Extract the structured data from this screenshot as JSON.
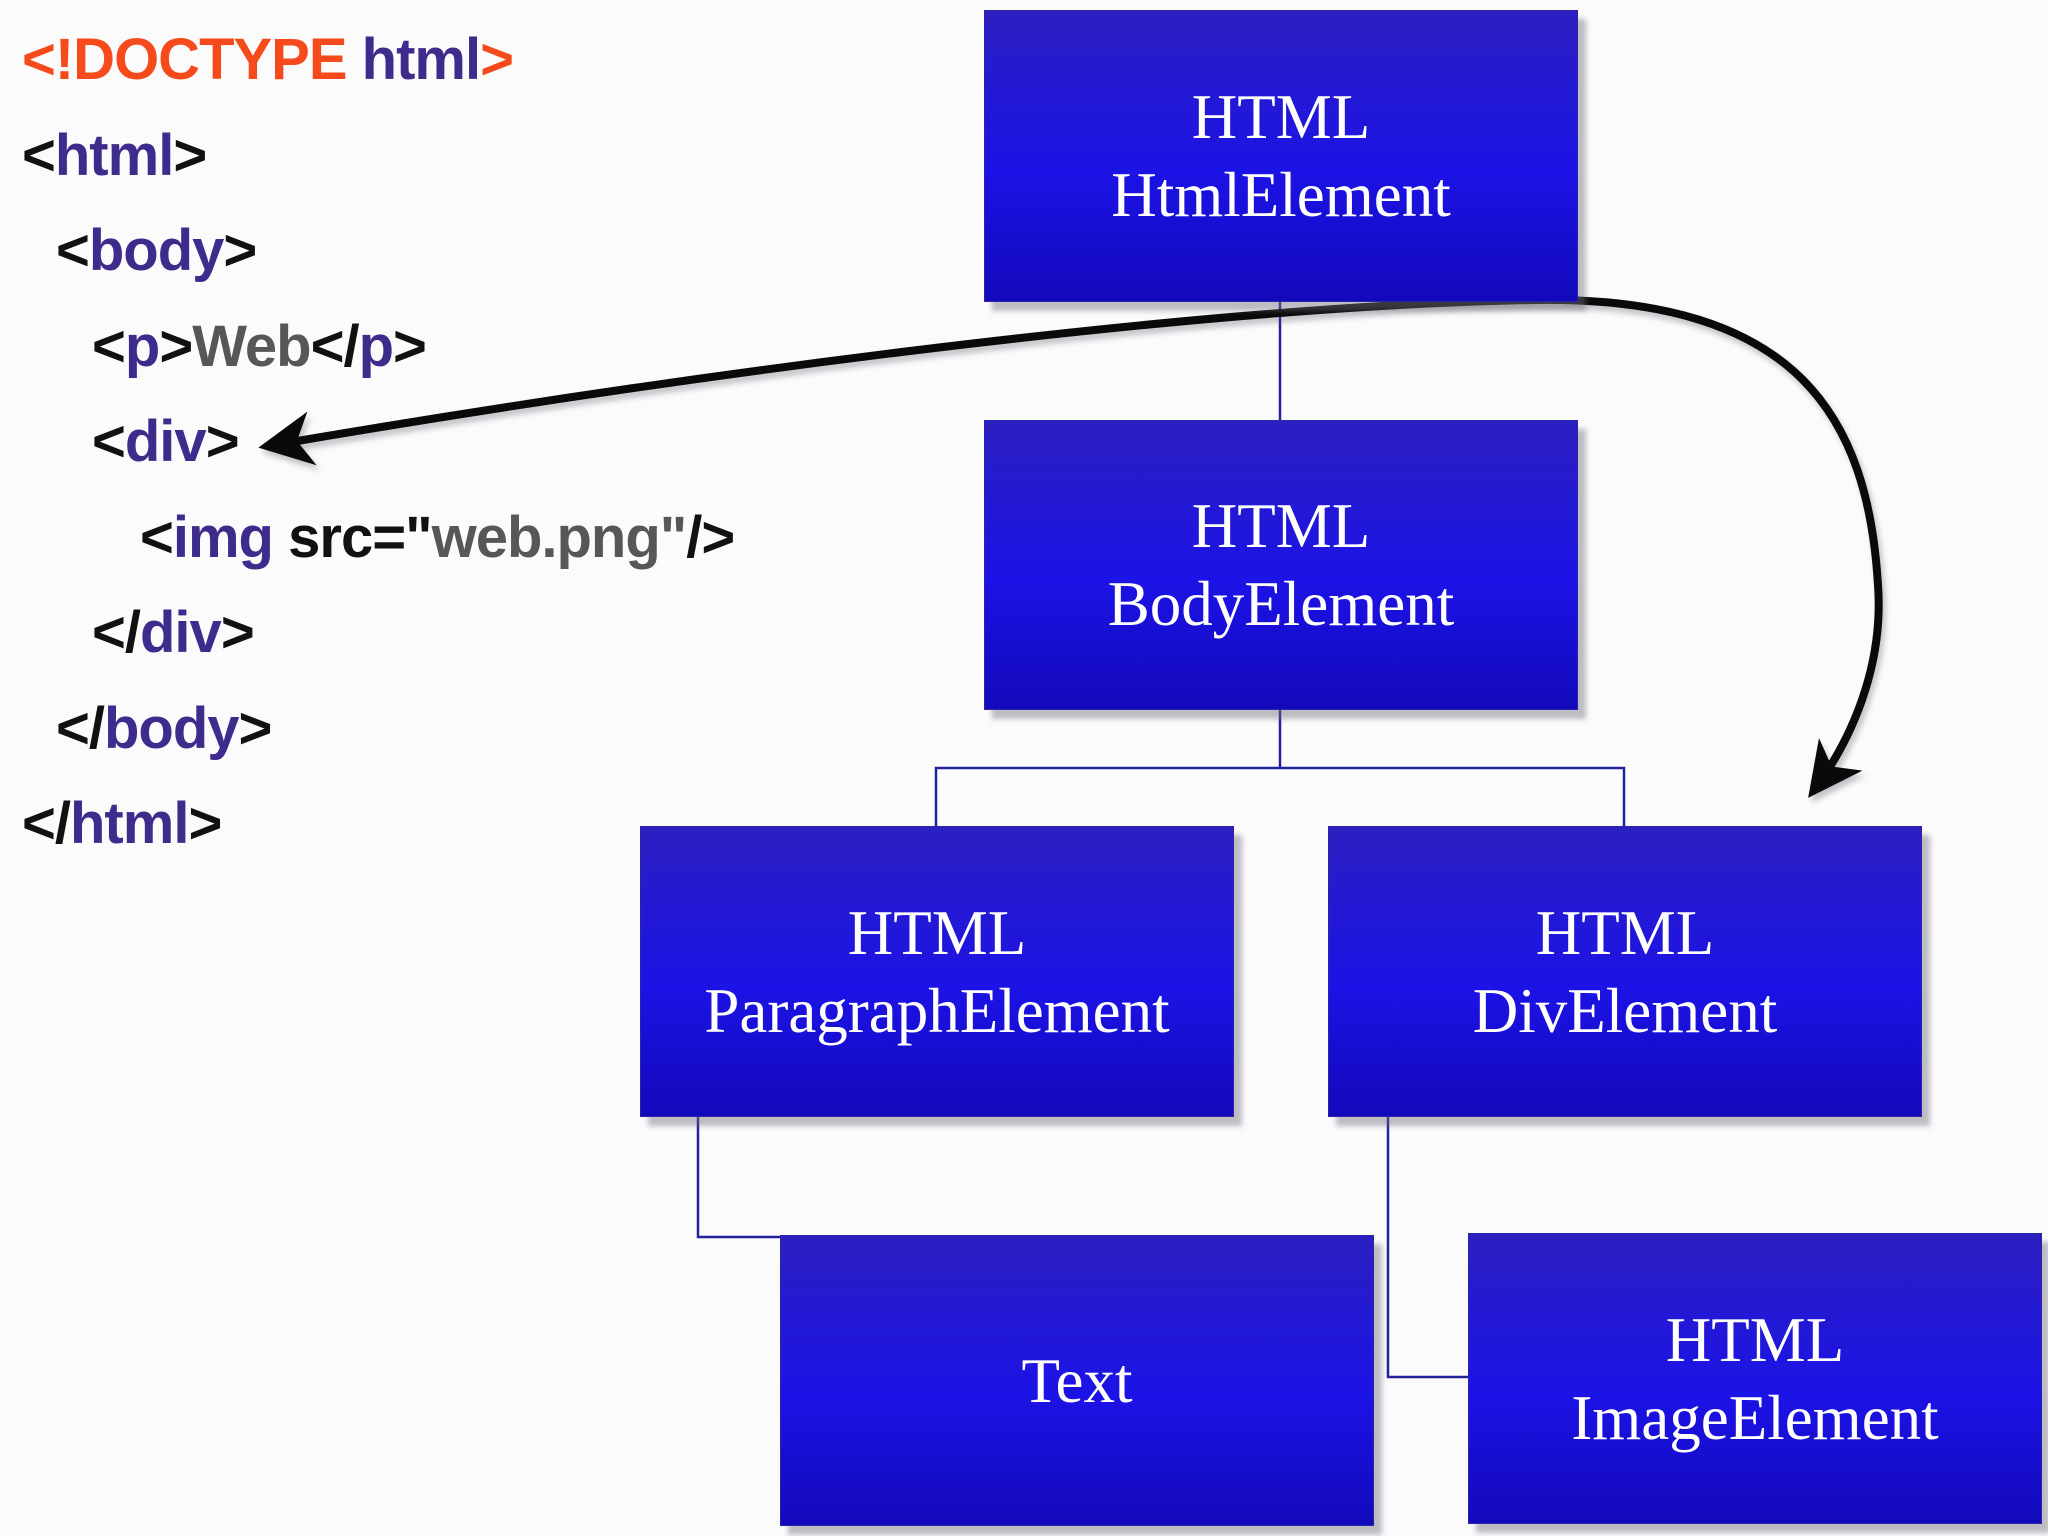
{
  "code": {
    "lines": [
      {
        "indent": 0,
        "tokens": [
          {
            "t": "<!DOCTYPE ",
            "c": "orange"
          },
          {
            "t": "html",
            "c": "purple"
          },
          {
            "t": ">",
            "c": "orange"
          }
        ]
      },
      {
        "indent": 0,
        "tokens": [
          {
            "t": "<",
            "c": "black"
          },
          {
            "t": "html",
            "c": "purple"
          },
          {
            "t": ">",
            "c": "black"
          }
        ]
      },
      {
        "indent": 1,
        "tokens": [
          {
            "t": "<",
            "c": "black"
          },
          {
            "t": "body",
            "c": "purple"
          },
          {
            "t": ">",
            "c": "black"
          }
        ]
      },
      {
        "indent": 2,
        "tokens": [
          {
            "t": "<",
            "c": "black"
          },
          {
            "t": "p",
            "c": "purple"
          },
          {
            "t": ">",
            "c": "black"
          },
          {
            "t": "Web",
            "c": "gray"
          },
          {
            "t": "</",
            "c": "black"
          },
          {
            "t": "p",
            "c": "purple"
          },
          {
            "t": ">",
            "c": "black"
          }
        ]
      },
      {
        "indent": 2,
        "tokens": [
          {
            "t": "<",
            "c": "black"
          },
          {
            "t": "div",
            "c": "purple"
          },
          {
            "t": ">",
            "c": "black"
          }
        ]
      },
      {
        "indent": 3,
        "tokens": [
          {
            "t": "<",
            "c": "black"
          },
          {
            "t": "img",
            "c": "purple"
          },
          {
            "t": " src=\"",
            "c": "black"
          },
          {
            "t": "web.png",
            "c": "gray"
          },
          {
            "t": "\"",
            "c": "gray"
          },
          {
            "t": "/>",
            "c": "black"
          }
        ]
      },
      {
        "indent": 2,
        "tokens": [
          {
            "t": "</",
            "c": "black"
          },
          {
            "t": "div",
            "c": "purple"
          },
          {
            "t": ">",
            "c": "black"
          }
        ]
      },
      {
        "indent": 1,
        "tokens": [
          {
            "t": "</",
            "c": "black"
          },
          {
            "t": "body",
            "c": "purple"
          },
          {
            "t": ">",
            "c": "black"
          }
        ]
      },
      {
        "indent": 0,
        "tokens": [
          {
            "t": "</",
            "c": "black"
          },
          {
            "t": "html",
            "c": "purple"
          },
          {
            "t": ">",
            "c": "black"
          }
        ]
      }
    ]
  },
  "tree": {
    "nodes": [
      {
        "id": "html",
        "line1": "HTML",
        "line2": "HtmlElement"
      },
      {
        "id": "body",
        "line1": "HTML",
        "line2": "BodyElement"
      },
      {
        "id": "paragraph",
        "line1": "HTML",
        "line2": "ParagraphElement"
      },
      {
        "id": "div",
        "line1": "HTML",
        "line2": "DivElement"
      },
      {
        "id": "text",
        "line1": "Text",
        "line2": ""
      },
      {
        "id": "image",
        "line1": "HTML",
        "line2": "ImageElement"
      }
    ]
  },
  "annotation_arrow": {
    "from": "div-tag-in-code",
    "to": "html-div-element-node",
    "style": "double-headed-curve"
  },
  "colors": {
    "background": "#fbfbfc",
    "code_tokens": {
      "orange": "#f54a1b",
      "purple": "#3e2b8c",
      "gray": "#57575a",
      "black": "#111111"
    },
    "node_gradient_top": "#2b1fc0",
    "node_gradient_mid": "#1c13e6",
    "node_gradient_bottom": "#1309bb",
    "node_text": "#ffffff",
    "connector": "#22229a",
    "arrow": "#0a0a0a"
  }
}
